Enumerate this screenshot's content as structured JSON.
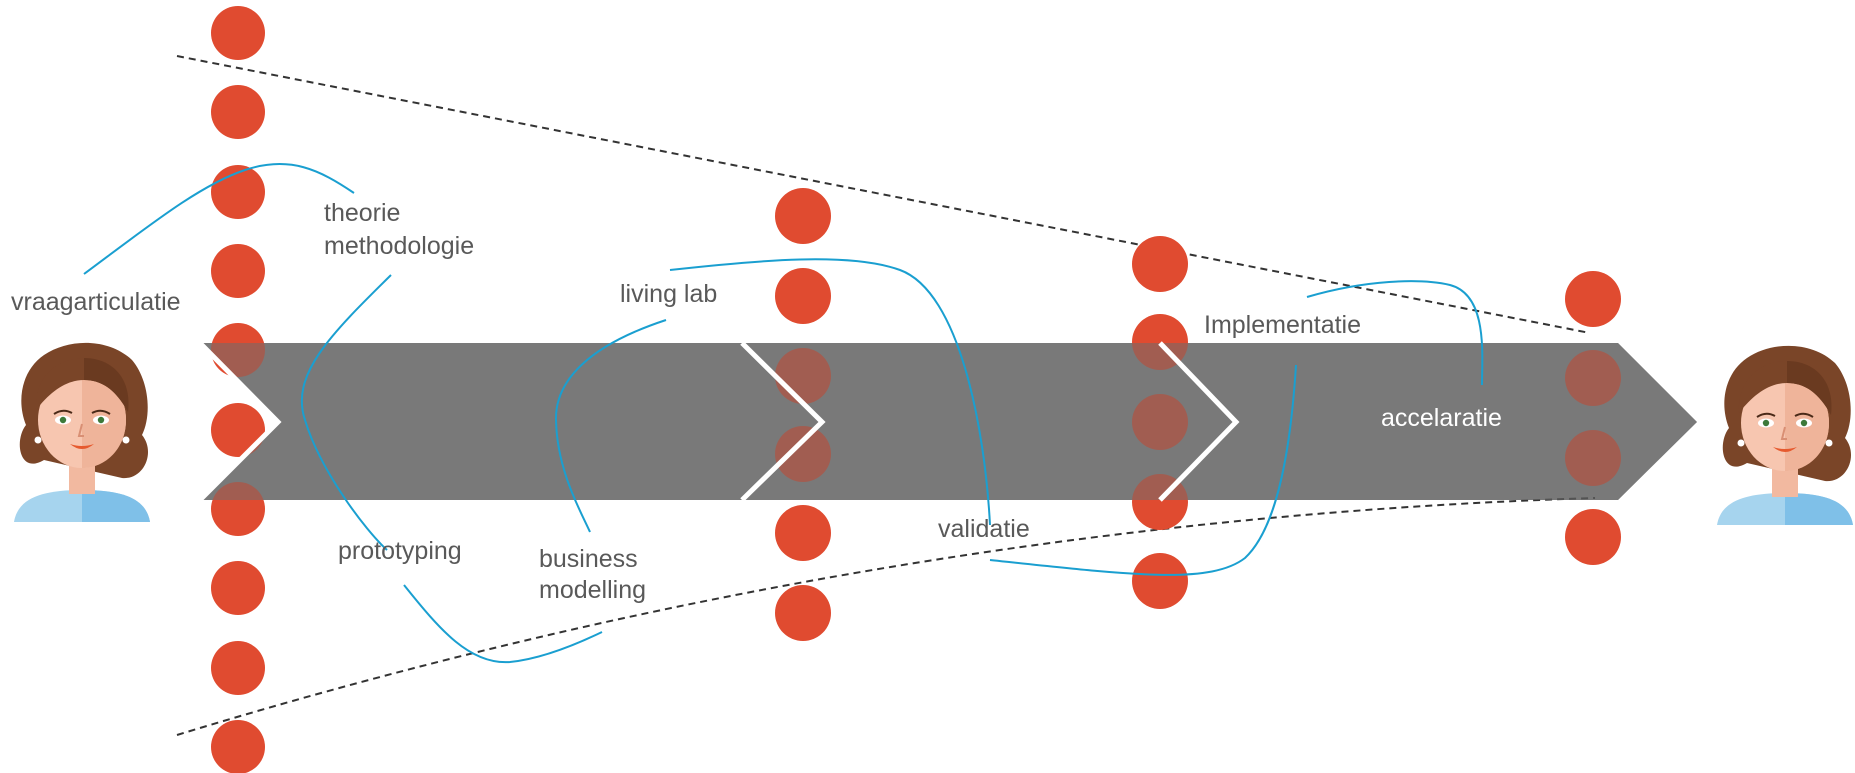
{
  "labels": {
    "vraagarticulatie": "vraagarticulatie",
    "theorie": "theorie",
    "methodologie": "methodologie",
    "prototyping": "prototyping",
    "living_lab": "living lab",
    "business": "business",
    "modelling": "modelling",
    "validatie": "validatie",
    "implementatie": "Implementatie",
    "accelaratie": "accelaratie"
  },
  "colors": {
    "arrow": "#878787",
    "dot": "#e04b30",
    "curve": "#1a9fd0",
    "dashed": "#333333",
    "label": "#595959",
    "label_on_arrow": "#ffffff"
  },
  "icons": {
    "person_left": "woman-avatar-icon",
    "person_right": "woman-avatar-icon"
  }
}
